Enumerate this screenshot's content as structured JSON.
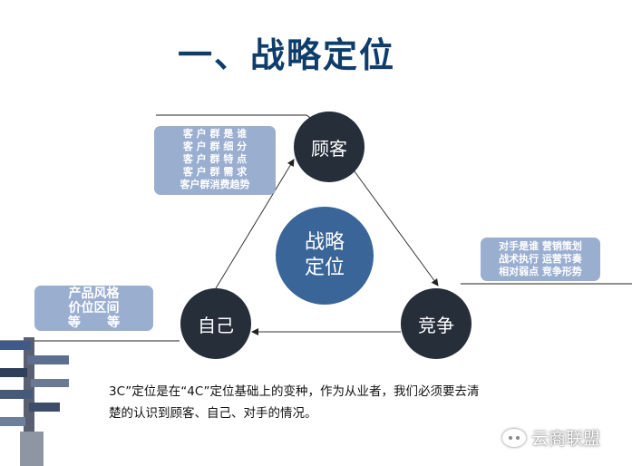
{
  "title": "一、战略定位",
  "nodes": {
    "customer": "顾客",
    "self": "自己",
    "competition": "竞争",
    "center_line1": "战略",
    "center_line2": "定位"
  },
  "customer_box": {
    "lines": [
      "客 户 群 是 谁",
      "客 户 群 细 分",
      "客 户 群 特 点",
      "客 户 群 需 求",
      "客户群消费趋势"
    ]
  },
  "competitor_box": {
    "lines": [
      "对手是谁   营销策划",
      "战术执行   运营节奏",
      "相对弱点   竞争形势"
    ]
  },
  "self_box": {
    "lines": [
      "产品风格",
      "价位区间",
      "等      等"
    ]
  },
  "caption": {
    "line1": "3C”定位是在“4C”定位基础上的变种，作为从业者，我们必须要去清",
    "line2": "楚的认识到顾客、自己、对手的情况。"
  },
  "watermark": {
    "text": "云商联盟",
    "icon": "wechat-icon"
  },
  "colors": {
    "title": "#0f3d6b",
    "node_dark": "#262e3a",
    "node_center": "#3a6598",
    "box": "#9aaed0"
  }
}
